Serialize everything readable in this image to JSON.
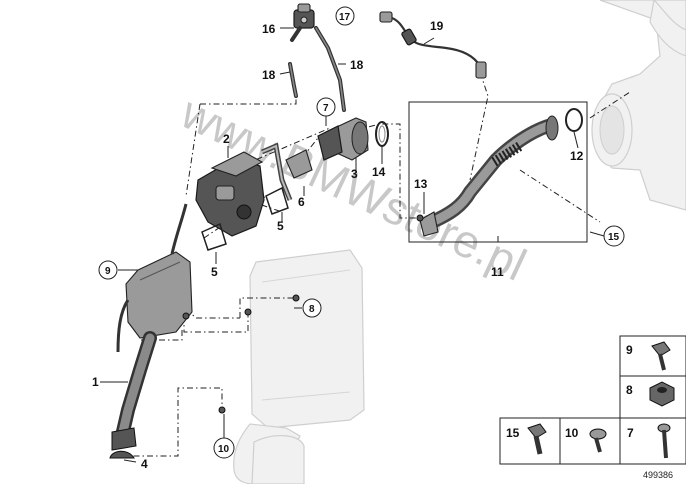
{
  "diagram": {
    "watermark": "www.BMWstore.pl",
    "reference_number": "499386",
    "callouts": {
      "c1": "1",
      "c2": "2",
      "c3": "3",
      "c4": "4",
      "c5a": "5",
      "c5b": "5",
      "c6": "6",
      "c7": "7",
      "c8": "8",
      "c9": "9",
      "c10": "10",
      "c11": "11",
      "c12": "12",
      "c13": "13",
      "c14": "14",
      "c15": "15",
      "c16": "16",
      "c17": "17",
      "c18a": "18",
      "c18b": "18",
      "c19": "19"
    },
    "legend": [
      {
        "label": "9"
      },
      {
        "label": "8"
      },
      {
        "label": "15"
      },
      {
        "label": "10"
      },
      {
        "label": "7"
      }
    ],
    "colors": {
      "line": "#222222",
      "ghost_fill": "#f1f1f1",
      "part_dark": "#555555",
      "watermark": "#9a9a9a"
    }
  }
}
